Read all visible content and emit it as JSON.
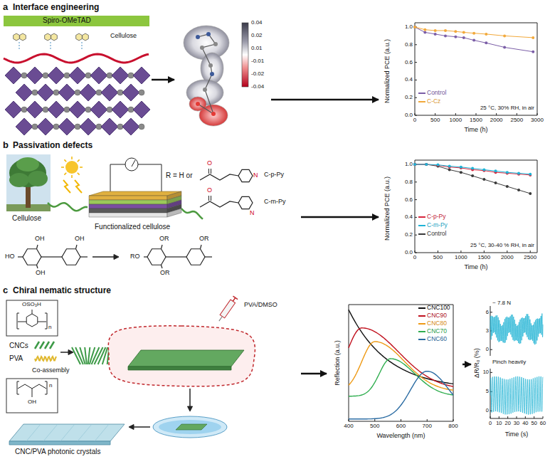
{
  "diagram": {
    "nodes": [
      {
        "text": [
          "Spiro-OMeTAD",
          "Cellulose"
        ]
      },
      {
        "text": [
          "0.04",
          "0.02",
          "0.01",
          "-0.01",
          "-0.02",
          "-0.04"
        ]
      },
      {
        "text": [
          "Normalized PCE (a.u.)",
          "Time (h)",
          "25 °C, 30% RH, in air",
          "0",
          "500",
          "1000",
          "1500",
          "2000",
          "2500",
          "3000",
          "1.0",
          "0.8",
          "0.6",
          "0.4",
          "0.2",
          "0.0"
        ]
      },
      {
        "text": [
          "Cellulose",
          "Functionalized cellulose",
          "R = H or",
          "C-p-Py",
          "C-m-Py",
          "OH",
          "HO",
          "OH",
          "OH",
          "OR",
          "RO",
          "OR",
          "OR",
          "O",
          "N",
          "O",
          "N"
        ]
      },
      {
        "text": [
          "Normalized PCE (a.u.)",
          "Time (h)",
          "25 °C, 30-40 % RH, in air",
          "0",
          "500",
          "1000",
          "1500",
          "2000",
          "2500",
          "1.0",
          "0.8",
          "0.6",
          "0.4",
          "0.2",
          "0.0"
        ]
      },
      {
        "text": [
          "CNCs",
          "PVA",
          "Co-assembly",
          "PVA/DMSO",
          "CNC/PVA photonic crystals",
          "OSO₃H",
          "n",
          "OH",
          "n"
        ]
      },
      {
        "text": [
          "Reflection (a.u.)",
          "Wavelength (nm)",
          "400",
          "500",
          "600",
          "700",
          "800"
        ]
      },
      {
        "text": [
          "ΔR/R₀ (%)",
          "Time (s)",
          "~ 7.8 N",
          "Pinch heavily",
          "0",
          "10",
          "20",
          "30",
          "40",
          "50",
          "60",
          "6",
          "3",
          "0",
          "10",
          "5",
          "0"
        ]
      }
    ],
    "edges": [
      {
        "from": 0,
        "to": 1,
        "arrow": "to"
      },
      {
        "from": 1,
        "to": 2,
        "arrow": "to"
      },
      {
        "from": 3,
        "to": 4,
        "arrow": "to"
      },
      {
        "from": 5,
        "to": 6,
        "arrow": "to"
      },
      {
        "from": 6,
        "to": 7,
        "arrow": "to"
      }
    ],
    "labels": [
      "a",
      "Interface engineering",
      "b",
      "Passivation defects",
      "c",
      "Chiral nematic structure"
    ],
    "legend": [
      {
        "text": "Control",
        "color": "#7b5ea7"
      },
      {
        "text": "C-Cz",
        "color": "#f2a93b"
      },
      {
        "text": "C-p-Py",
        "color": "#d7263d"
      },
      {
        "text": "C-m-Py",
        "color": "#1fb3d6"
      },
      {
        "text": "Control",
        "color": "#3a3a3a"
      },
      {
        "text": "CNC100",
        "color": "#111111"
      },
      {
        "text": "CNC90",
        "color": "#c1121f"
      },
      {
        "text": "CNC80",
        "color": "#ee9a16"
      },
      {
        "text": "CNC70",
        "color": "#2fae4f"
      },
      {
        "text": "CNC60",
        "color": "#2b6ca3"
      }
    ]
  }
}
